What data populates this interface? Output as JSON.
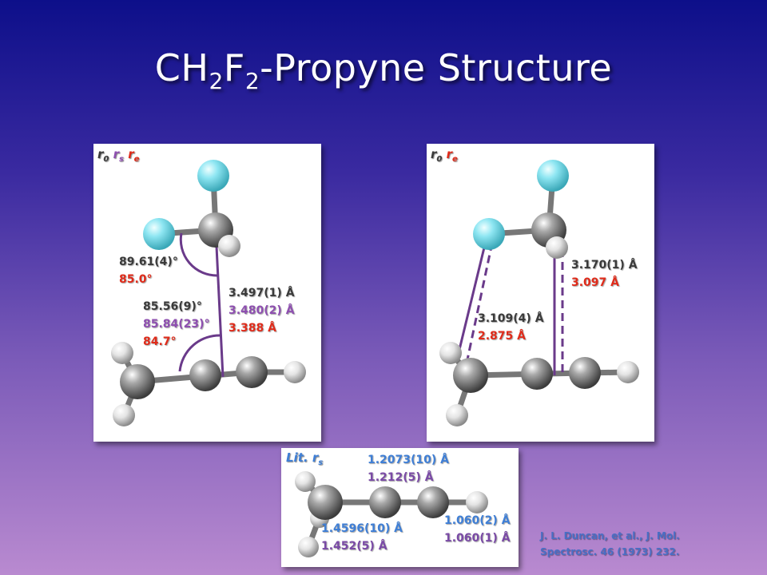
{
  "title": {
    "main": "CH",
    "sub1": "2",
    "mid": "F",
    "sub2": "2",
    "rest": "-Propyne Structure"
  },
  "colors": {
    "r0": "#3a3a3a",
    "rs": "#8e4fb0",
    "re": "#e02b1a",
    "lit": "#3f7fd6",
    "bond_line": "#6a3a8a"
  },
  "left_panel": {
    "header": {
      "r0": "r",
      "r0_sub": "0",
      "rs": "r",
      "rs_sub": "s",
      "re": "r",
      "re_sub": "e"
    },
    "angle_top": {
      "r0": "89.61(4)°",
      "re": "85.0°"
    },
    "angle_bottom": {
      "r0": "85.56(9)°",
      "rs": "85.84(23)°",
      "re": "84.7°"
    },
    "distance": {
      "r0": "3.497(1) Å",
      "rs": "3.480(2) Å",
      "re": "3.388 Å"
    }
  },
  "right_panel": {
    "header": {
      "r0": "r",
      "r0_sub": "0",
      "re": "r",
      "re_sub": "e"
    },
    "dist_right": {
      "r0": "3.170(1) Å",
      "re": "3.097 Å"
    },
    "dist_left": {
      "r0": "3.109(4) Å",
      "re": "2.875 Å"
    }
  },
  "bottom_panel": {
    "header": {
      "lit": "Lit.",
      "r": "r",
      "sub": "s"
    },
    "triple_bond": {
      "lit": "1.2073(10) Å",
      "rs": "1.212(5) Å"
    },
    "ch_bond": {
      "lit": "1.060(2) Å",
      "rs": "1.060(1) Å"
    },
    "cc_bond": {
      "lit": "1.4596(10) Å",
      "rs": "1.452(5) Å"
    }
  },
  "citation": {
    "line1": "J. L. Duncan, et al., J. Mol.",
    "line2": "Spectrosc. 46 (1973) 232."
  }
}
